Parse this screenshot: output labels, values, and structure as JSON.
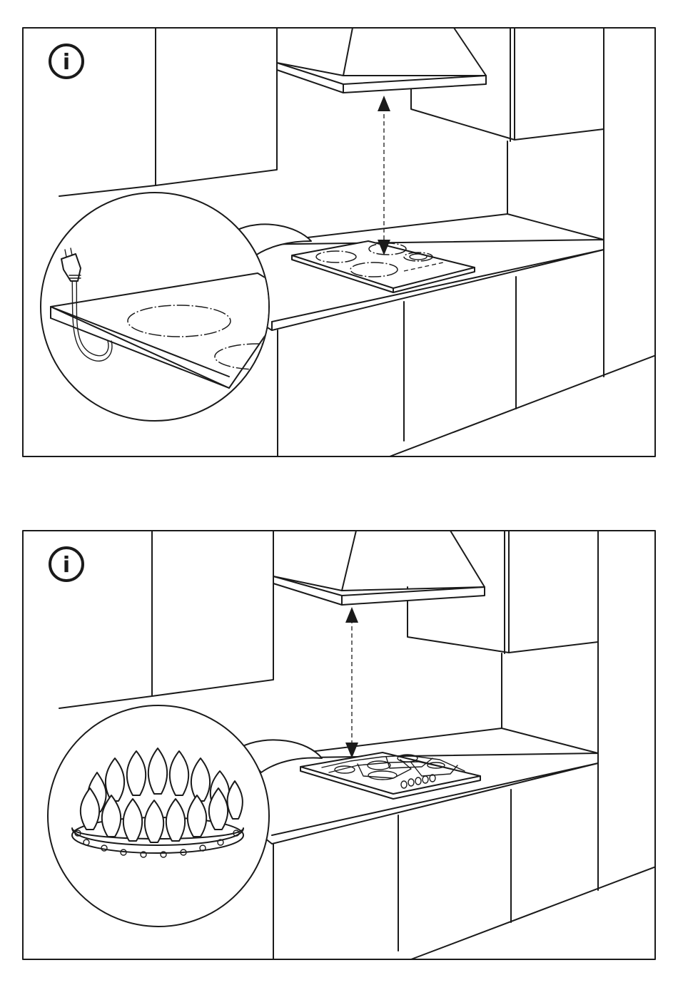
{
  "panels": [
    {
      "id": "electric-hob",
      "info_symbol": "i"
    },
    {
      "id": "gas-hob",
      "info_symbol": "i"
    }
  ],
  "colors": {
    "line": "#1a1a1a",
    "background": "#ffffff"
  },
  "icons": [
    "info-icon",
    "up-arrow-icon",
    "down-arrow-icon",
    "plug-icon",
    "flame-icon"
  ]
}
